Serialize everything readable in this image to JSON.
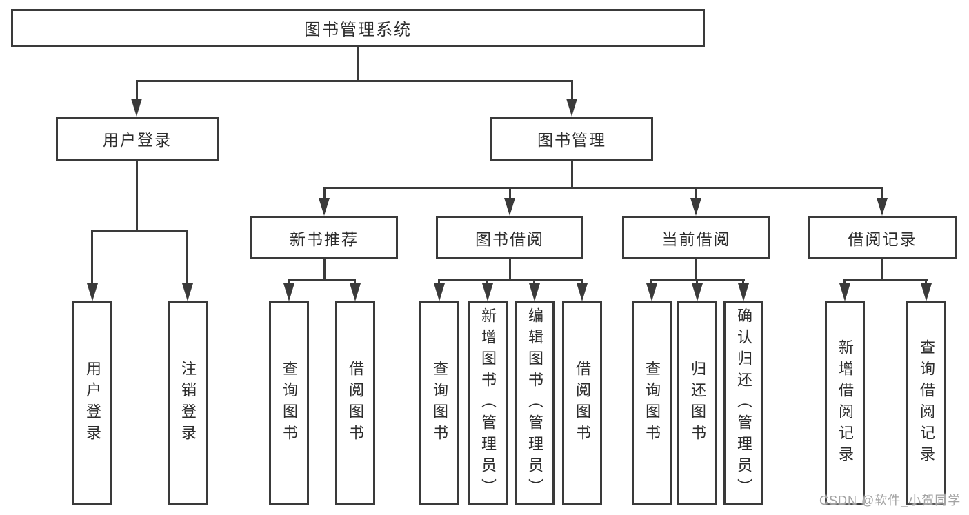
{
  "tree": {
    "root": {
      "label": "图书管理系统"
    },
    "branches": [
      {
        "label": "用户登录",
        "children": [
          {
            "label": "用户登录"
          },
          {
            "label": "注销登录"
          }
        ]
      },
      {
        "label": "图书管理",
        "groups": [
          {
            "label": "新书推荐",
            "children": [
              {
                "label": "查询图书"
              },
              {
                "label": "借阅图书"
              }
            ]
          },
          {
            "label": "图书借阅",
            "children": [
              {
                "label": "查询图书"
              },
              {
                "label": "新增图书（管理员）"
              },
              {
                "label": "编辑图书（管理员）"
              },
              {
                "label": "借阅图书"
              }
            ]
          },
          {
            "label": "当前借阅",
            "children": [
              {
                "label": "查询图书"
              },
              {
                "label": "归还图书"
              },
              {
                "label": "确认归还（管理员）"
              }
            ]
          },
          {
            "label": "借阅记录",
            "children": [
              {
                "label": "新增借阅记录"
              },
              {
                "label": "查询借阅记录"
              }
            ]
          }
        ]
      }
    ]
  },
  "watermark": {
    "text": "CSDN @软件_小贺同学"
  }
}
